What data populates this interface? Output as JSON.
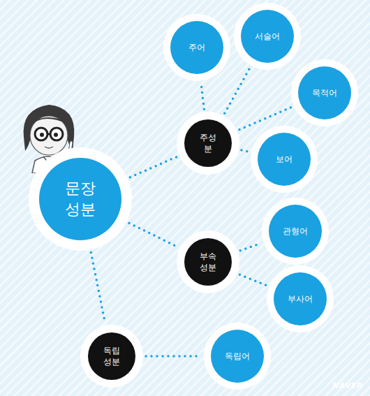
{
  "diagram": {
    "nodes": [
      {
        "text": [
          "문장 성분"
        ]
      },
      {
        "text": [
          "주성분"
        ]
      },
      {
        "text": [
          "주어"
        ]
      },
      {
        "text": [
          "서술어"
        ]
      },
      {
        "text": [
          "목적어"
        ]
      },
      {
        "text": [
          "보어"
        ]
      },
      {
        "text": [
          "부속 성분"
        ]
      },
      {
        "text": [
          "관형어"
        ]
      },
      {
        "text": [
          "부사어"
        ]
      },
      {
        "text": [
          "독립 성분"
        ]
      },
      {
        "text": [
          "독립어"
        ]
      }
    ],
    "edges": [
      {
        "from": 0,
        "to": 1,
        "arrow": "none"
      },
      {
        "from": 1,
        "to": 2,
        "arrow": "none"
      },
      {
        "from": 1,
        "to": 3,
        "arrow": "none"
      },
      {
        "from": 1,
        "to": 4,
        "arrow": "none"
      },
      {
        "from": 1,
        "to": 5,
        "arrow": "none"
      },
      {
        "from": 0,
        "to": 6,
        "arrow": "none"
      },
      {
        "from": 6,
        "to": 7,
        "arrow": "none"
      },
      {
        "from": 6,
        "to": 8,
        "arrow": "none"
      },
      {
        "from": 0,
        "to": 9,
        "arrow": "none"
      },
      {
        "from": 9,
        "to": 10,
        "arrow": "none"
      }
    ],
    "labels": [
      "NAVER"
    ]
  }
}
